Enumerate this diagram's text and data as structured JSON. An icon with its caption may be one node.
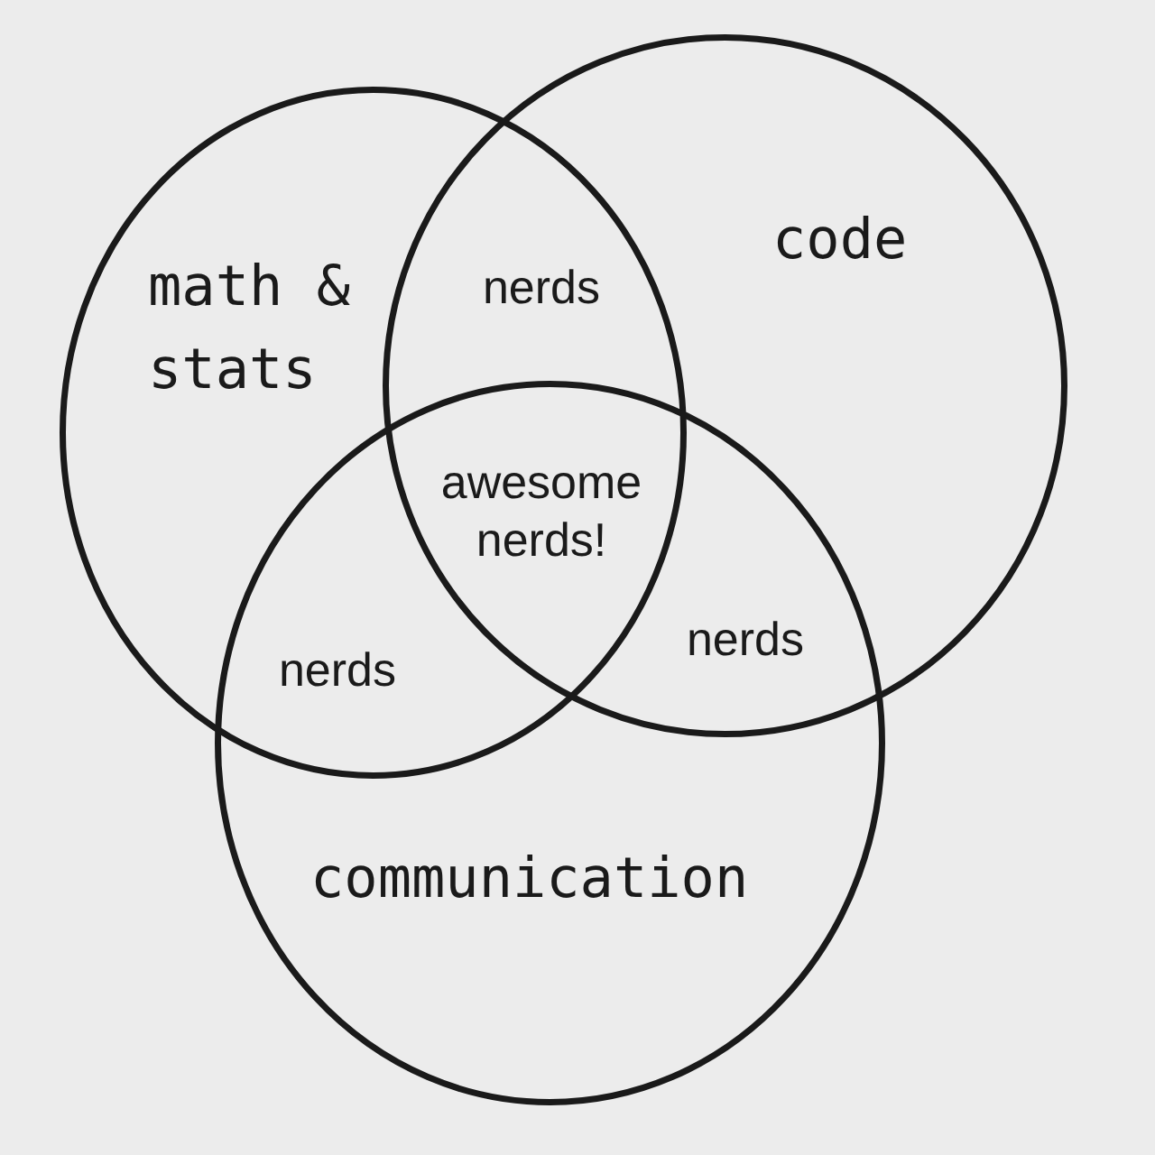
{
  "diagram": {
    "nodes": [
      {
        "text": [
          "math & stats"
        ]
      },
      {
        "text": [
          "code"
        ]
      },
      {
        "text": [
          "communication"
        ]
      }
    ],
    "labels": [
      "nerds",
      "awesome nerds!",
      "nerds",
      "nerds"
    ]
  }
}
